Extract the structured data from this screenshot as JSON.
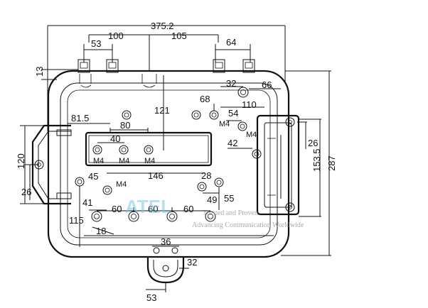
{
  "dimensions": {
    "overall_width": "375.2",
    "top_left_span": "100",
    "top_right_span": "105",
    "hinge_spacing_right": "64",
    "hinge_spacing_left": "53",
    "top_offset": "13",
    "corner_hole_right": "32",
    "corner_offset_right": "66",
    "hole_spacing_68": "68",
    "center_121": "121",
    "side_110": "110",
    "width_81_5": "81.5",
    "window_80": "80",
    "hole_54": "54",
    "left_40": "40",
    "right_42": "42",
    "handle_26_right": "26",
    "handle_height_120": "120",
    "height_153_5": "153.5",
    "overall_height": "287",
    "handle_26_left": "26",
    "lower_45": "45",
    "lower_146": "146",
    "lower_28": "28",
    "lower_41": "41",
    "lower_49": "49",
    "lower_55": "55",
    "gland_60_a": "60",
    "gland_60_b": "60",
    "gland_60_c": "60",
    "left_115": "115",
    "bottom_18": "18",
    "lock_36": "36",
    "lock_32": "32",
    "bottom_53": "53"
  },
  "threads": {
    "m4_window_1": "M4",
    "m4_window_2": "M4",
    "m4_window_3": "M4",
    "m4_right_1": "M4",
    "m4_right_2": "M4",
    "m4_lower": "M4"
  },
  "watermark": {
    "logo": "ATEL",
    "line1": "Trusted and Proven",
    "line2": "Advancing Communication Worldwide"
  }
}
